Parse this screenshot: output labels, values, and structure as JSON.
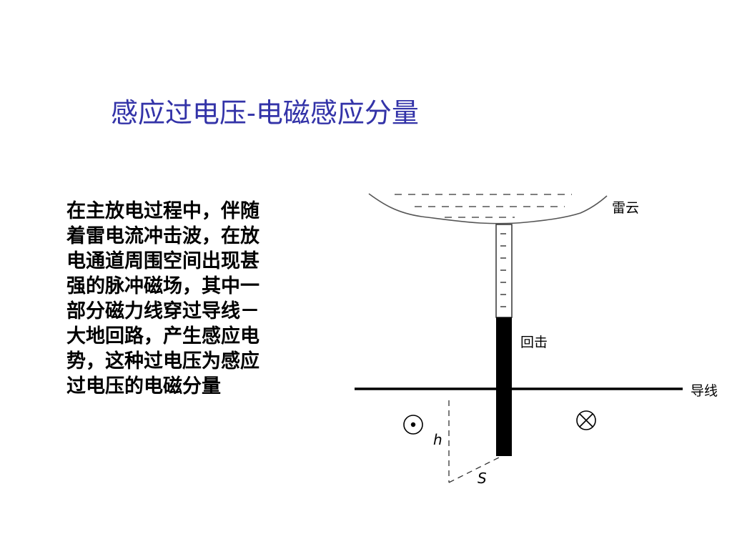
{
  "slide": {
    "title": "感应过电压-电磁感应分量",
    "body_lines": [
      "在主放电过程中，伴随",
      "着雷电流冲击波，在放",
      "电通道周围空间出现甚",
      "强的脉冲磁场，其中一",
      "部分磁力线穿过导线－",
      "大地回路，产生感应电",
      "势，这种过电压为感应",
      "过电压的电磁分量"
    ]
  },
  "diagram": {
    "cloud_label": "雷云",
    "return_stroke_label": "回击",
    "wire_label": "导线",
    "height_label": "h",
    "distance_label": "S",
    "field_out_symbol": "dot-in-circle-icon",
    "field_in_symbol": "cross-in-circle-icon"
  }
}
